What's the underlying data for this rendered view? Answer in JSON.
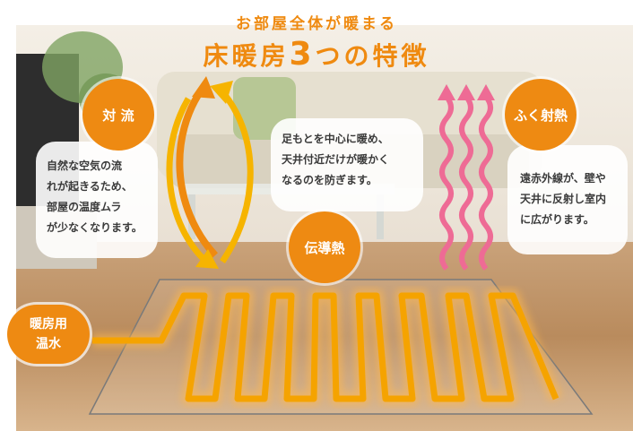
{
  "header": {
    "subtitle": "お部屋全体が暖まる",
    "title_prefix": "床暖房",
    "title_number": "3",
    "title_suffix": "つの特徴"
  },
  "features": [
    {
      "name": "対 流",
      "description": [
        "自然な空気の流",
        "れが起きるため、",
        "部屋の温度ムラ",
        "が少なくなります。"
      ]
    },
    {
      "name": "伝導熱",
      "description": [
        "足もとを中心に暖め、",
        "天井付近だけが暖かく",
        "なるのを防ぎます。"
      ]
    },
    {
      "name": "ふく射熱",
      "description": [
        "遠赤外線が、壁や",
        "天井に反射し室内",
        "に広がります。"
      ]
    }
  ],
  "heating_label": [
    "暖房用",
    "温水"
  ],
  "colors": {
    "accent": "#ee8a12",
    "pipe": "#f5a300",
    "wave": "#ee6b95"
  }
}
